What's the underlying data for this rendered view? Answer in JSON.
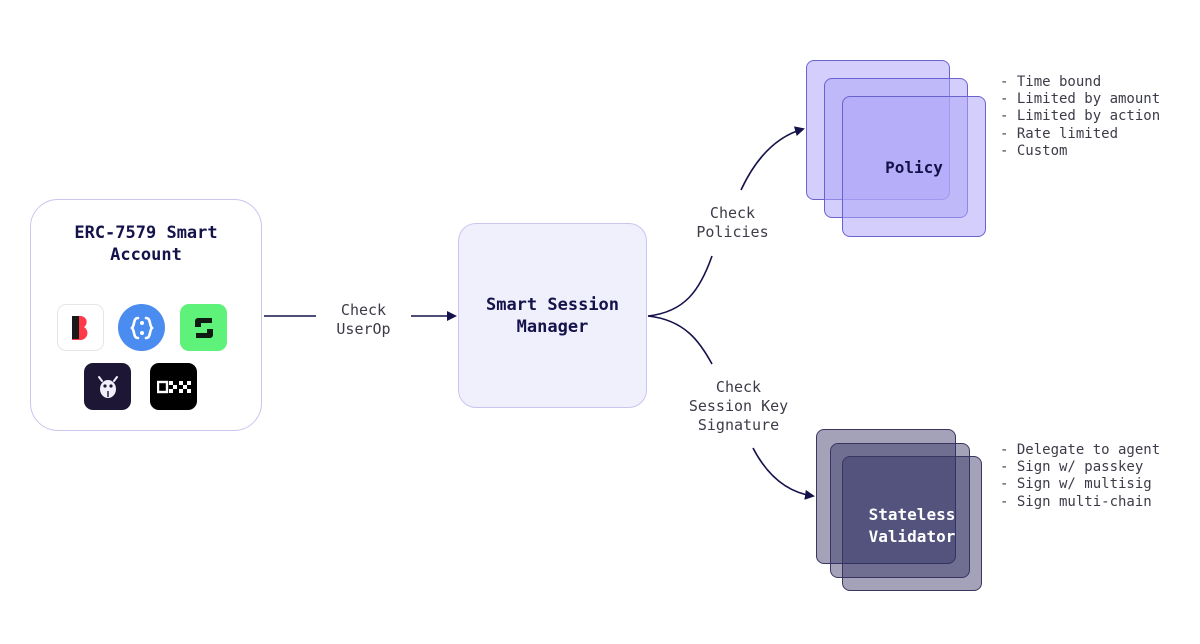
{
  "account": {
    "title": "ERC-7579 Smart\nAccount",
    "wallet_icons": [
      "bitget-wallet-icon",
      "biconomy-icon",
      "safe-icon",
      "ghost-bug-icon",
      "okx-icon"
    ],
    "okx_text": "OKX"
  },
  "manager": {
    "title": "Smart Session\nManager"
  },
  "edges": {
    "userop": "Check\nUserOp",
    "policies": "Check\nPolicies",
    "signature": "Check\nSession Key\nSignature"
  },
  "policy": {
    "title": "Policy",
    "items": [
      "Time bound",
      "Limited by amount",
      "Limited by action",
      "Rate limited",
      "Custom"
    ]
  },
  "validator": {
    "title": "Stateless\nValidator",
    "items": [
      "Delegate to agent",
      "Sign w/ passkey",
      "Sign w/ multisig",
      "Sign multi-chain"
    ]
  },
  "colors": {
    "navy": "#14124a",
    "lavender_border": "#c9c6ee",
    "manager_fill": "#f0effc",
    "policy_fill": "#aea6f8",
    "validator_fill": "#343064",
    "safe_green": "#5ef27a",
    "biconomy_blue": "#4a8cf0"
  }
}
